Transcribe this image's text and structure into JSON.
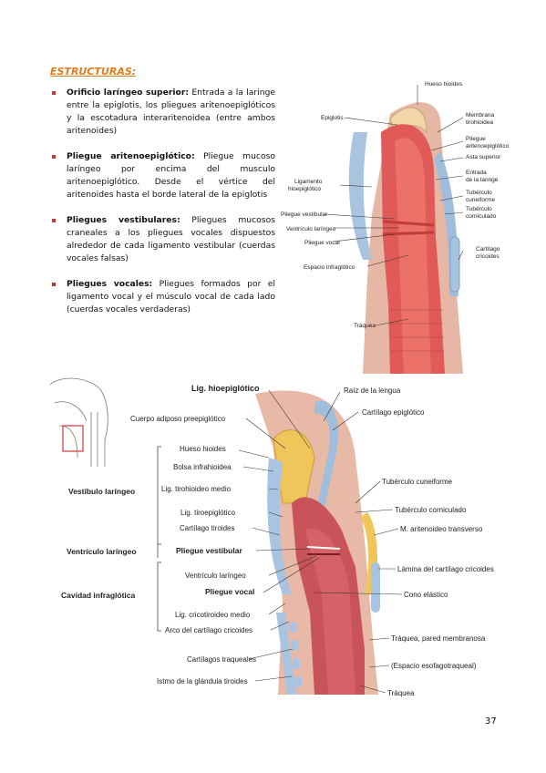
{
  "section_title": "ESTRUCTURAS:",
  "bullets": [
    {
      "term": "Orificio laríngeo superior:",
      "text": " Entrada a la laringe entre la epiglotis, los pliegues aritenoepiglóticos y la escotadura interaritenoidea (entre ambos aritenoides)"
    },
    {
      "term": "Pliegue aritenoepiglótico:",
      "text": " Pliegue mucoso laríngeo por encima del musculo aritenoepiglótico. Desde el vértice del aritenoides hasta el borde lateral de la epiglotis"
    },
    {
      "term": "Pliegues vestibulares:",
      "text": " Pliegues mucosos craneales a los pliegues vocales dispuestos alrededor de cada ligamento vestibular (cuerdas vocales falsas)"
    },
    {
      "term": "Pliegues vocales:",
      "text": " Pliegues formados por el ligamento vocal y el músculo vocal de cada lado (cuerdas vocales verdaderas)"
    }
  ],
  "figure1": {
    "labels": {
      "hueso_hioides": "Hueso hioides",
      "epiglotis": "Epiglotis",
      "membrana_1": "Membrana",
      "membrana_2": "tirohioidea",
      "pliegue_1": "Pliegue",
      "pliegue_2": "aritenoepiglótico",
      "asta": "Asta superior",
      "entrada_1": "Entrada",
      "entrada_2": "de la laringe",
      "ligamento_1": "Ligamento",
      "ligamento_2": "hioepiglótico",
      "cuneiforme_1": "Tubérculo",
      "cuneiforme_2": "cuneiforme",
      "corniculado_1": "Tubérculo",
      "corniculado_2": "corniculado",
      "pliegue_vestibular": "Pliegue vestibular",
      "ventriculo": "Ventrículo laríngeo",
      "pliegue_vocal": "Pliegue vocal",
      "cartilago_1": "Cartílago",
      "cartilago_2": "cricoides",
      "espacio": "Espacio infraglótico",
      "traquea": "Tráquea"
    }
  },
  "figure2": {
    "labels": {
      "lig_hioepiglotico": "Lig. hioepiglótico",
      "raiz_lengua": "Raíz de la lengua",
      "cuerpo_adiposo": "Cuerpo adiposo preepiglótico",
      "cartilago_epiglotico": "Cartílago epiglótico",
      "hueso_hioides": "Hueso hioides",
      "bolsa": "Bolsa infrahioidea",
      "vestibulo": "Vestíbulo laríngeo",
      "lig_tirohioideo": "Lig. tirohioideo medio",
      "tuberculo_cuneiforme": "Tubérculo cuneiforme",
      "tuberculo_corniculado": "Tubérculo corniculado",
      "lig_tiroepiglotico": "Lig. tiroepiglótico",
      "cartilago_tiroides": "Cartílago tiroides",
      "m_aritenoideo": "M. aritenoideo transverso",
      "ventriculo_laringeo_region": "Ventrículo laríngeo",
      "pliegue_vestibular": "Pliegue vestibular",
      "ventriculo_laringeo": "Ventrículo laríngeo",
      "lamina_cricoides": "Lámina del cartílago cricoides",
      "cavidad": "Cavidad infraglótica",
      "pliegue_vocal": "Pliegue vocal",
      "cono_elastico": "Cono elástico",
      "lig_cricotiroideo": "Lig. cricotiroideo medio",
      "arco_cricoides": "Arco del cartílago cricoides",
      "traquea_pared": "Tráquea, pared membranosa",
      "cartilagos_traqueales": "Cartílagos traqueales",
      "espacio_esofagotraqueal": "(Espacio esofagotraqueal)",
      "istmo": "Istmo de la glándula tiroides",
      "traquea": "Tráquea"
    }
  },
  "page_number": "37"
}
